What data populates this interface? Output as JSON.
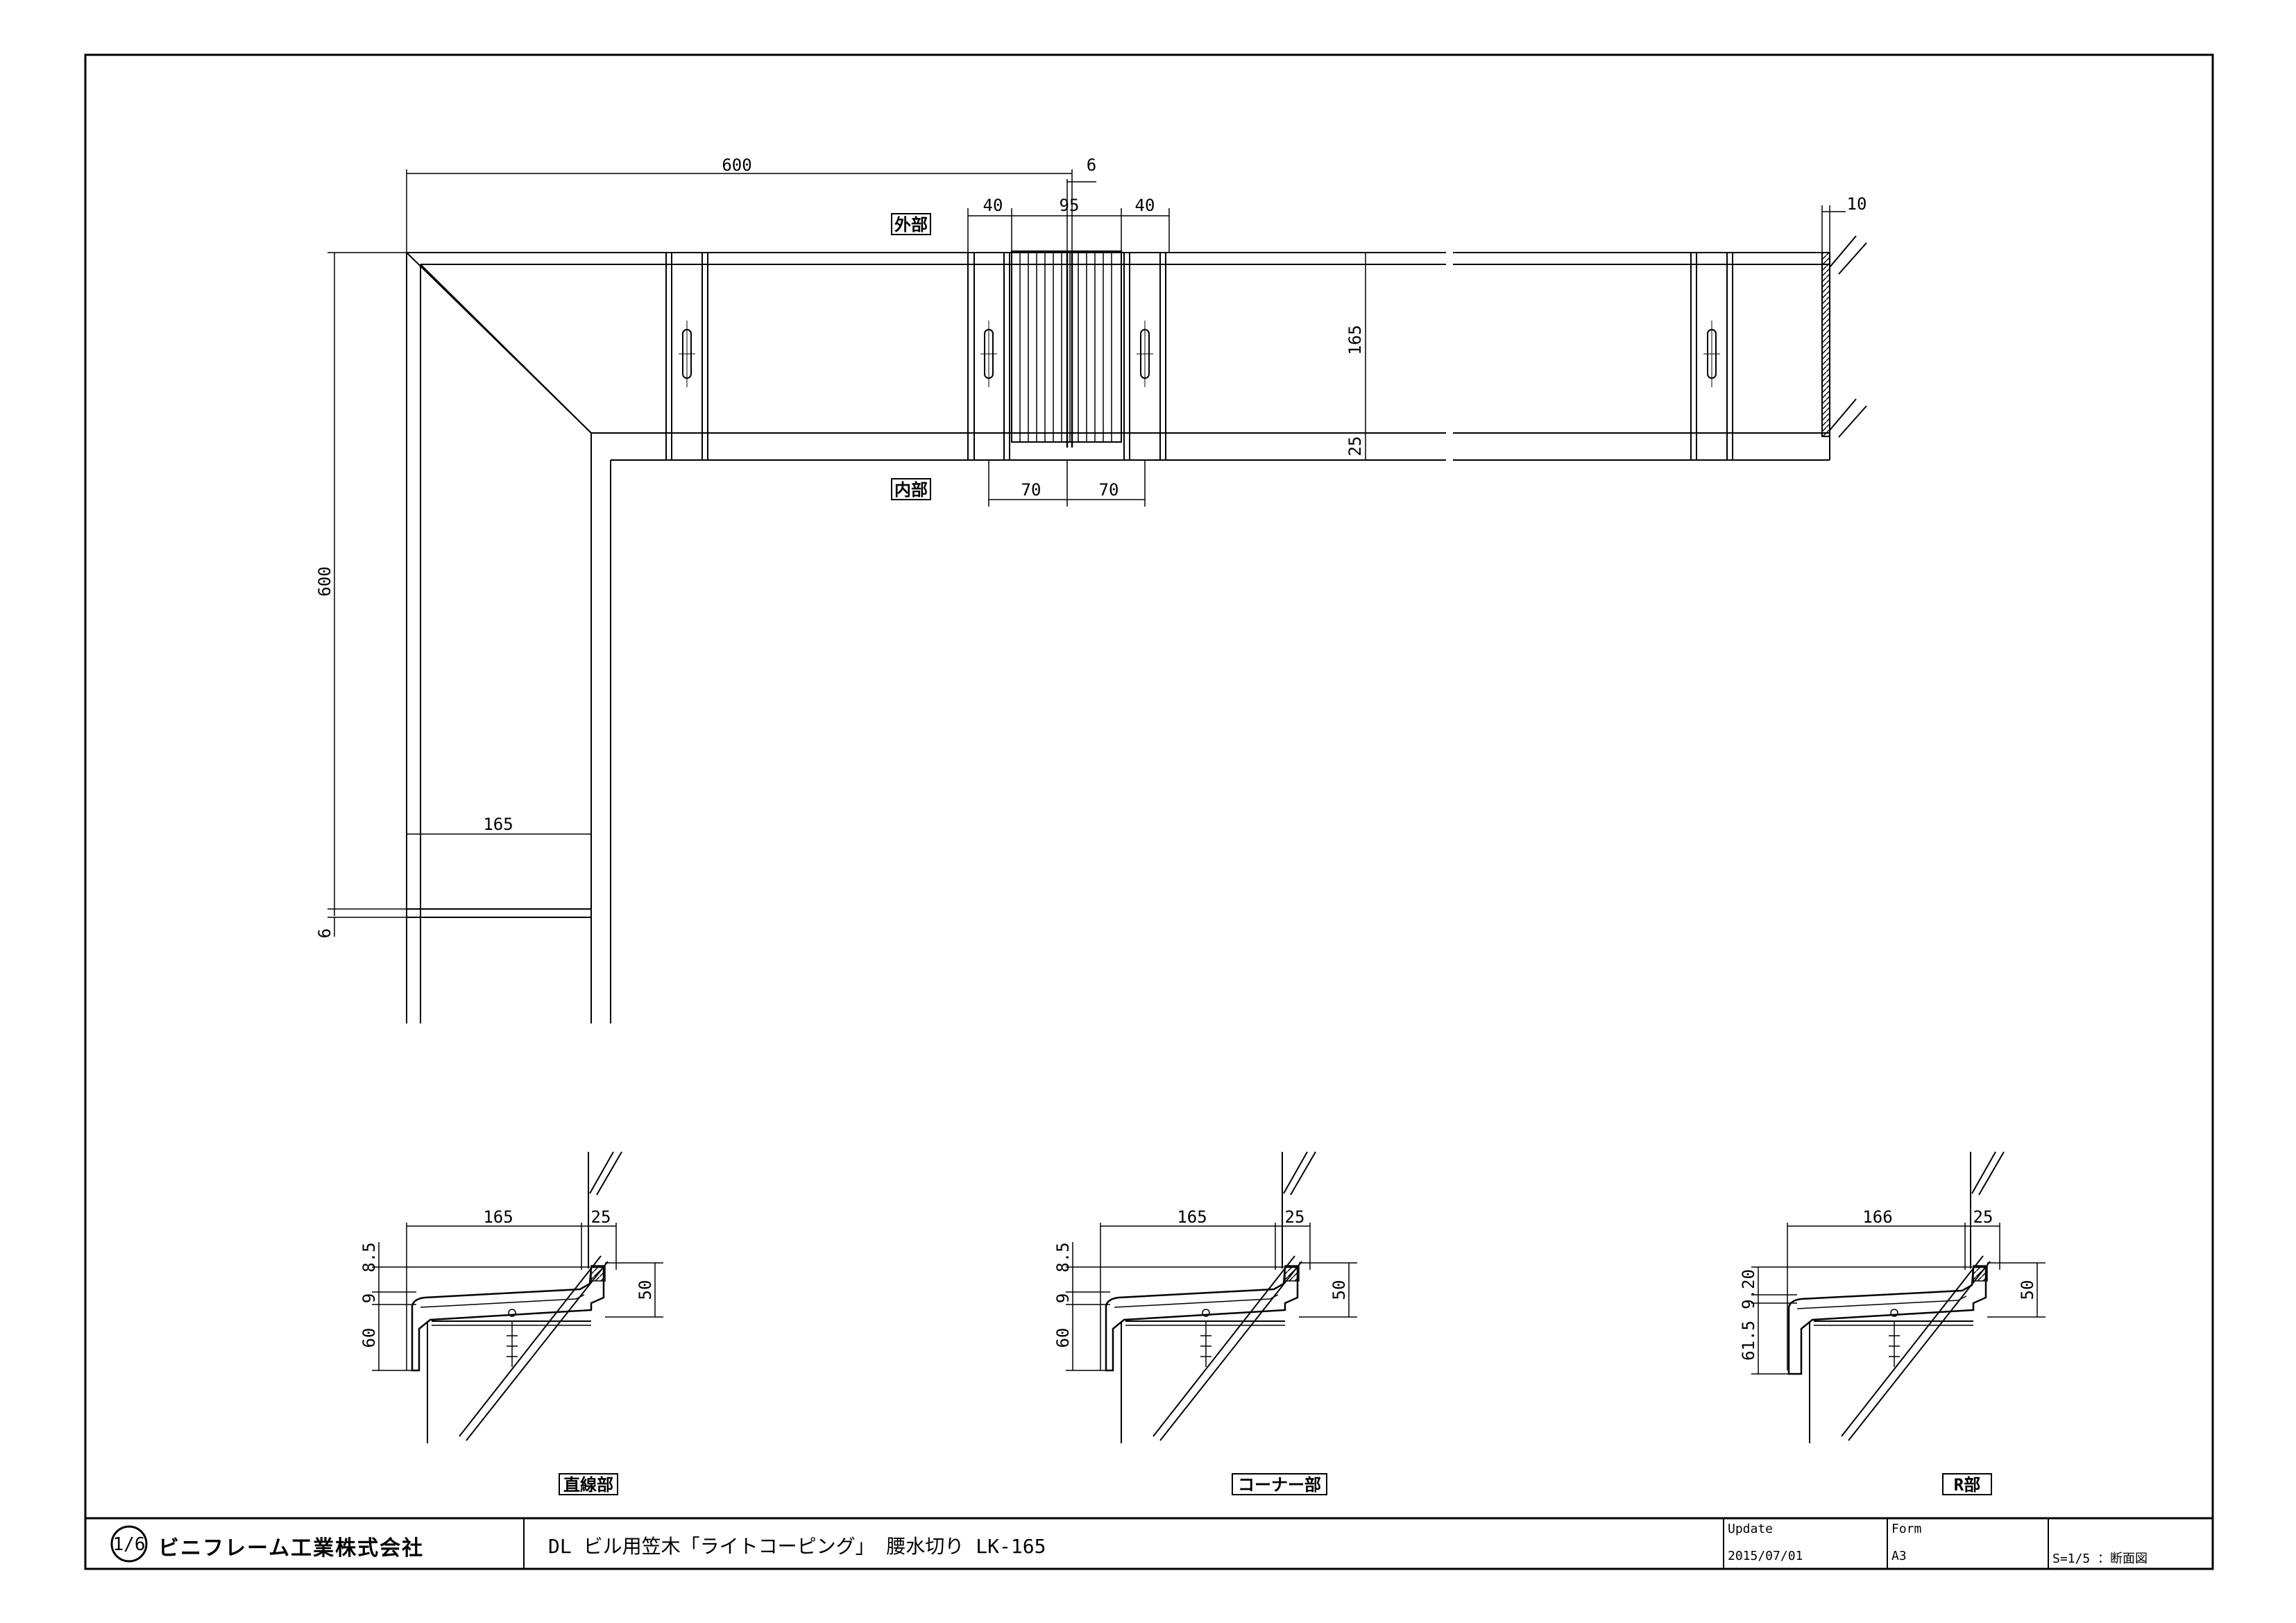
{
  "labels": {
    "outside": "外部",
    "inside": "内部",
    "section_straight": "直線部",
    "section_corner": "コーナー部",
    "section_r": "R部"
  },
  "plan_dims": {
    "top_length": "600",
    "joint_gap": "6",
    "splice_left": "40",
    "splice_center": "95",
    "splice_right": "40",
    "end_cap": "10",
    "depth": "165",
    "inner_lip": "25",
    "slot_left": "70",
    "slot_right": "70",
    "left_length": "600",
    "width_bottom": "165",
    "gap_bottom": "6"
  },
  "section_straight": {
    "width": "165",
    "lip": "25",
    "top": "8.5",
    "mid": "9",
    "drop": "60",
    "height": "50"
  },
  "section_corner": {
    "width": "165",
    "lip": "25",
    "top": "8.5",
    "mid": "9",
    "drop": "60",
    "height": "50"
  },
  "section_r": {
    "width": "166",
    "lip": "25",
    "top": "9.20",
    "drop": "61.5",
    "height": "50"
  },
  "title_block": {
    "company": "ビニフレーム工業株式会社",
    "logo_glyph": "1/6",
    "title": "DL ビル用笠木「ライトコーピング」 腰水切り LK-165",
    "update_label": "Update",
    "update_value": "2015/07/01",
    "form_label": "Form",
    "form_value": "A3",
    "scale": "S=1/5 ：断面図"
  }
}
